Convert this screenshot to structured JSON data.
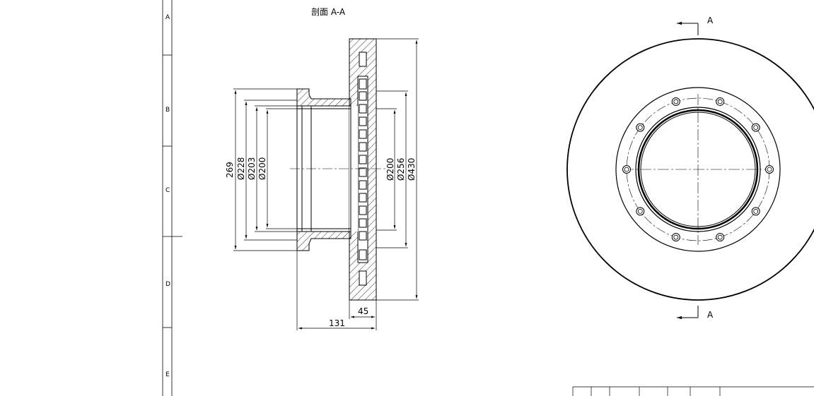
{
  "section_title": "剖面 A-A",
  "zone_labels": [
    "A",
    "B",
    "C",
    "D",
    "E"
  ],
  "section_marker": "A",
  "dimensions": {
    "left_diameters": [
      "269",
      "Ø228",
      "Ø203",
      "Ø200"
    ],
    "right_diameters": [
      "Ø200",
      "Ø256",
      "Ø430"
    ],
    "thickness": "45",
    "overall_width": "131"
  }
}
